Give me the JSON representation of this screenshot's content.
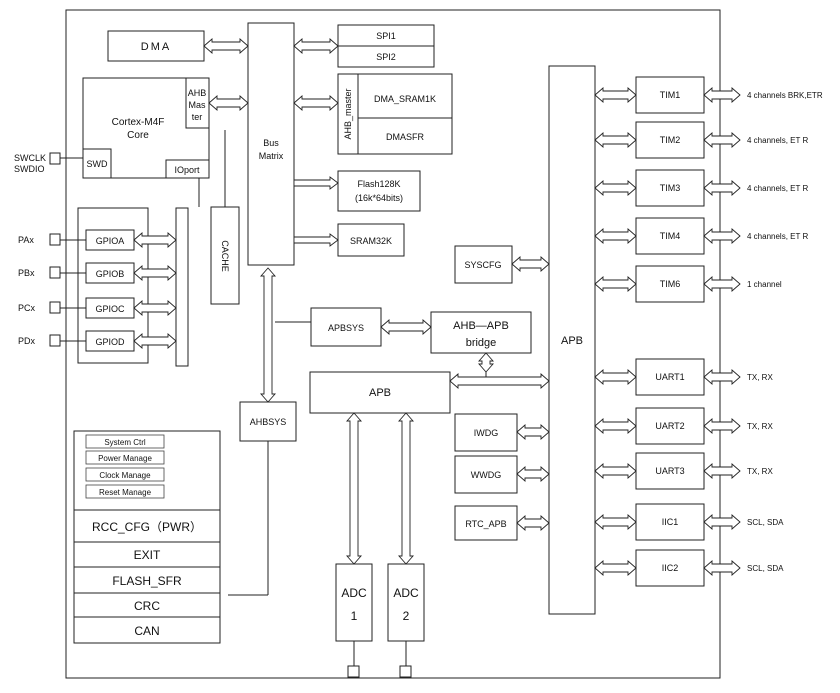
{
  "blocks": {
    "dma": "DMA",
    "spi1": "SPI1",
    "spi2": "SPI2",
    "dma_sram1k": "DMA_SRAM1K",
    "dmasfr": "DMASFR",
    "ahb_master_vertical": "AHB_master",
    "cortex_line1": "Cortex-M4F",
    "cortex_line2": "Core",
    "ahb_master_core_1": "AHB",
    "ahb_master_core_2": "Mas",
    "ahb_master_core_3": "ter",
    "swd": "SWD",
    "ioport": "IOport",
    "bus_matrix_1": "Bus",
    "bus_matrix_2": "Matrix",
    "cache": "CACHE",
    "flash_1": "Flash128K",
    "flash_2": "(16k*64bits)",
    "sram": "SRAM32K",
    "gpioa": "GPIOA",
    "gpiob": "GPIOB",
    "gpioc": "GPIOC",
    "gpiod": "GPIOD",
    "apbsys": "APBSYS",
    "bridge_1": "AHB—APB",
    "bridge_2": "bridge",
    "apb_center": "APB",
    "apb_big": "APB",
    "sysconfig": "SYSCFG",
    "ahbsys": "AHBSYS",
    "iwdg": "IWDG",
    "wwdg": "WWDG",
    "rtc_apb": "RTC_APB",
    "adc1_1": "ADC",
    "adc1_2": "1",
    "adc2_1": "ADC",
    "adc2_2": "2",
    "system_ctrl": "System Ctrl",
    "power_manage": "Power Manage",
    "clock_manage": "Clock Manage",
    "reset_manage": "Reset Manage",
    "rcc_cfg": "RCC_CFG（PWR）",
    "exit": "EXIT",
    "flash_sfr": "FLASH_SFR",
    "crc": "CRC",
    "can": "CAN"
  },
  "pins": {
    "swclk": "SWCLK",
    "swdio": "SWDIO",
    "pax": "PAx",
    "pbx": "PBx",
    "pcx": "PCx",
    "pdx": "PDx"
  },
  "peripherals": [
    {
      "name": "TIM1",
      "label": "4 channels BRK,ETR"
    },
    {
      "name": "TIM2",
      "label": "4 channels, ET R"
    },
    {
      "name": "TIM3",
      "label": "4 channels, ET R"
    },
    {
      "name": "TIM4",
      "label": "4 channels, ET R"
    },
    {
      "name": "TIM6",
      "label": "1 channel"
    },
    {
      "name": "UART1",
      "label": "TX, RX"
    },
    {
      "name": "UART2",
      "label": "TX, RX"
    },
    {
      "name": "UART3",
      "label": "TX, RX"
    },
    {
      "name": "IIC1",
      "label": "SCL, SDA"
    },
    {
      "name": "IIC2",
      "label": "SCL, SDA"
    }
  ]
}
